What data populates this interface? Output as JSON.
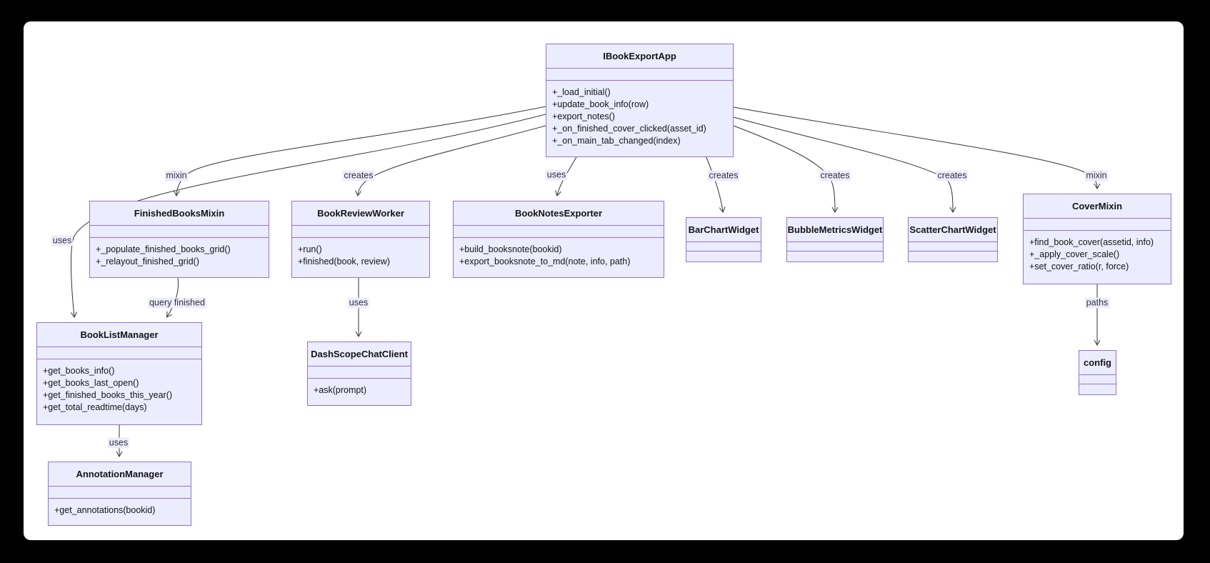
{
  "diagram": {
    "type": "uml-class-diagram",
    "colors": {
      "page_bg": "#000000",
      "canvas": "#ffffff",
      "node_fill": "#ECECFF",
      "node_border": "#9370DB",
      "edge": "#333333",
      "edge_label_bg": "#ECECFF"
    },
    "classes": [
      {
        "name": "IBookExportApp",
        "methods": [
          "+_load_initial()",
          "+update_book_info(row)",
          "+export_notes()",
          "+_on_finished_cover_clicked(asset_id)",
          "+_on_main_tab_changed(index)"
        ]
      },
      {
        "name": "FinishedBooksMixin",
        "methods": [
          "+_populate_finished_books_grid()",
          "+_relayout_finished_grid()"
        ]
      },
      {
        "name": "BookReviewWorker",
        "methods": [
          "+run()",
          "+finished(book, review)"
        ]
      },
      {
        "name": "BookNotesExporter",
        "methods": [
          "+build_booksnote(bookid)",
          "+export_booksnote_to_md(note, info, path)"
        ]
      },
      {
        "name": "BarChartWidget",
        "methods": []
      },
      {
        "name": "BubbleMetricsWidget",
        "methods": []
      },
      {
        "name": "ScatterChartWidget",
        "methods": []
      },
      {
        "name": "CoverMixin",
        "methods": [
          "+find_book_cover(assetid, info)",
          "+_apply_cover_scale()",
          "+set_cover_ratio(r, force)"
        ]
      },
      {
        "name": "BookListManager",
        "methods": [
          "+get_books_info()",
          "+get_books_last_open()",
          "+get_finished_books_this_year()",
          "+get_total_readtime(days)"
        ]
      },
      {
        "name": "DashScopeChatClient",
        "methods": [
          "+ask(prompt)"
        ]
      },
      {
        "name": "config",
        "methods": []
      },
      {
        "name": "AnnotationManager",
        "methods": [
          "+get_annotations(bookid)"
        ]
      }
    ],
    "edges": [
      {
        "from": "IBookExportApp",
        "to": "FinishedBooksMixin",
        "label": "mixin"
      },
      {
        "from": "IBookExportApp",
        "to": "BookListManager",
        "label": "uses"
      },
      {
        "from": "IBookExportApp",
        "to": "BookReviewWorker",
        "label": "creates"
      },
      {
        "from": "IBookExportApp",
        "to": "BookNotesExporter",
        "label": "uses"
      },
      {
        "from": "IBookExportApp",
        "to": "BarChartWidget",
        "label": "creates"
      },
      {
        "from": "IBookExportApp",
        "to": "BubbleMetricsWidget",
        "label": "creates"
      },
      {
        "from": "IBookExportApp",
        "to": "ScatterChartWidget",
        "label": "creates"
      },
      {
        "from": "IBookExportApp",
        "to": "CoverMixin",
        "label": "mixin"
      },
      {
        "from": "FinishedBooksMixin",
        "to": "BookListManager",
        "label": "query finished"
      },
      {
        "from": "BookReviewWorker",
        "to": "DashScopeChatClient",
        "label": "uses"
      },
      {
        "from": "BookListManager",
        "to": "AnnotationManager",
        "label": "uses"
      },
      {
        "from": "CoverMixin",
        "to": "config",
        "label": "paths"
      }
    ]
  }
}
